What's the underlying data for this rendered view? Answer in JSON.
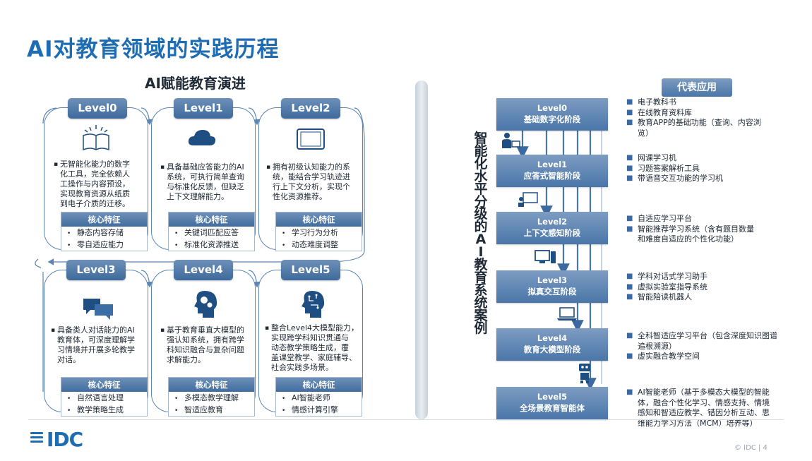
{
  "page": {
    "title": "AI对教育领域的实践历程",
    "left_subtitle": "AI赋能教育演进",
    "feature_header": "核心特征",
    "footer_logo": "IDC",
    "page_number": "© IDC | 4"
  },
  "levels": [
    {
      "label": "Level0",
      "desc": [
        "无智能化能力的数字",
        "化工具，完全依赖人",
        "工操作与内容预设，",
        "实现教育资源从纸质",
        "到电子介质的迁移。"
      ],
      "features": [
        "静态内容存储",
        "零自适应能力"
      ]
    },
    {
      "label": "Level1",
      "desc": [
        "具备基础应答能力的AI",
        "系统，可执行简单查询",
        "与标准化反馈，但缺乏",
        "上下文理解能力。"
      ],
      "features": [
        "关键词匹配应答",
        "标准化资源推送"
      ]
    },
    {
      "label": "Level2",
      "desc": [
        "拥有初级认知能力的系",
        "统，能结合学习轨迹进",
        "行上下文分析，实现个",
        "性化资源推荐。"
      ],
      "features": [
        "学习行为分析",
        "动态难度调整"
      ]
    },
    {
      "label": "Level3",
      "desc": [
        "具备类人对话能力的AI",
        "教育体，可深度理解学",
        "习情境并开展多轮教学",
        "对话。"
      ],
      "features": [
        "自然语言处理",
        "教学策略生成"
      ]
    },
    {
      "label": "Level4",
      "desc": [
        "基于教育垂直大模型的",
        "强认知系统，拥有跨学",
        "科知识融合与复杂问题",
        "求解能力。"
      ],
      "features": [
        "多模态教学理解",
        "智适应教育"
      ]
    },
    {
      "label": "Level5",
      "desc": [
        "整合Level4大模型能力，",
        "实现跨学科知识贯通与",
        "动态教学策略生成，覆",
        "盖课堂教学、家庭辅导、",
        "社会实践多场景。"
      ],
      "features": [
        "AI智能老师",
        "情感计算引擎"
      ]
    }
  ],
  "right": {
    "vertical_title": [
      "智",
      "能",
      "化",
      "水",
      "平",
      "分",
      "级",
      "的",
      "A",
      "I",
      "教",
      "育",
      "系",
      "统",
      "案",
      "例"
    ],
    "rep_title": "代表应用",
    "stages": [
      {
        "level": "Level0",
        "name": "基础数字化阶段"
      },
      {
        "level": "Level1",
        "name": "应答式智能阶段"
      },
      {
        "level": "Level2",
        "name": "上下文感知阶段"
      },
      {
        "level": "Level3",
        "name": "拟真交互阶段"
      },
      {
        "level": "Level4",
        "name": "教育大模型阶段"
      },
      {
        "level": "Level5",
        "name": "全场景教育智能体"
      }
    ],
    "apps": [
      [
        "电子教科书",
        "在线教育资料库",
        "教育APP的基础功能（查询、内容浏|览）"
      ],
      [
        "网课学习机",
        "习题答案解析工具",
        "带语音交互功能的学习机"
      ],
      [
        "自适应学习平台",
        "智能推荐学习系统（含有题目数量|和难度自适应的个性化功能）"
      ],
      [
        "学科对话式学习助手",
        "虚拟实验室指导系统",
        "智能陪读机器人"
      ],
      [
        "全科智适应学习平台（包含深度知识图谱|追根溯源）",
        "虚实融合教学空间"
      ],
      [
        "AI智能老师（基于多模态大模型的智能|体，融合个性化学习、情感支持、情境|感知和智适应教学、错因分析互动、思|维能力学习方法（MCM）培养等）"
      ]
    ]
  },
  "colors": {
    "title_blue": "#1e6db3",
    "level_blue": "#4a76a8",
    "card_border": "#5b85b3"
  }
}
